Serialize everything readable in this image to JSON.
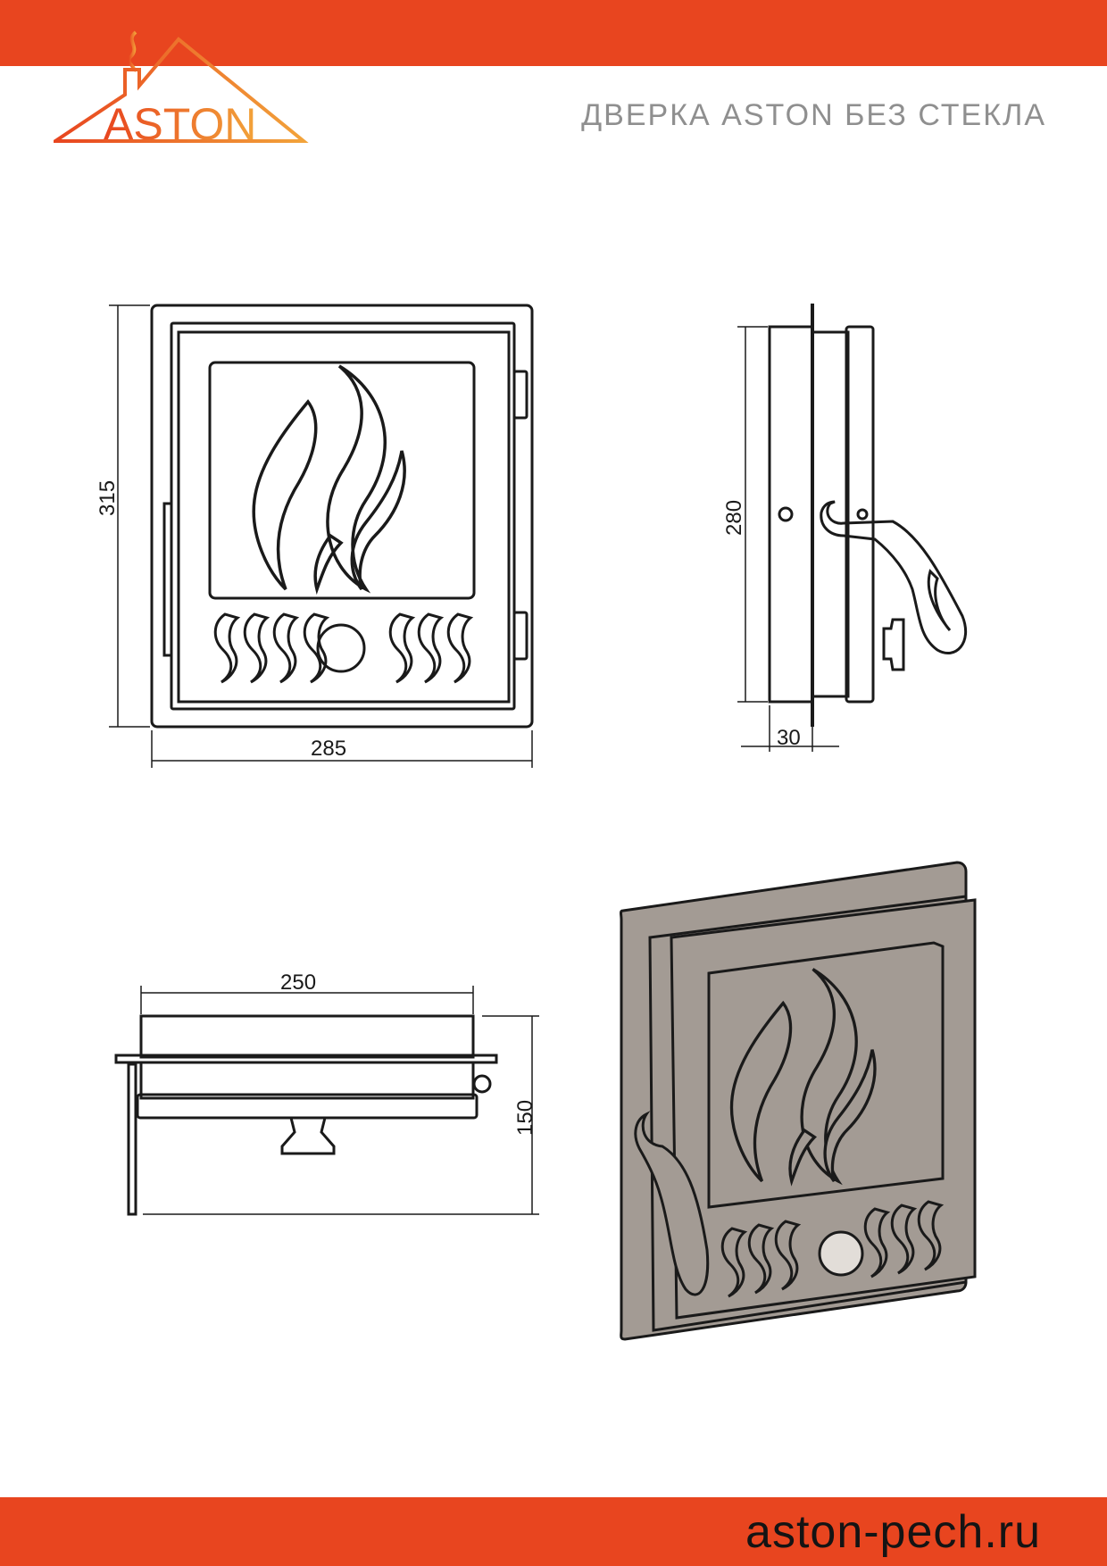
{
  "brand": {
    "logo_text": "ASTON",
    "accent_color": "#e8451f",
    "logo_gradient": [
      "#e8451f",
      "#f2a33a"
    ]
  },
  "header": {
    "title": "ДВЕРКА ASTON БЕЗ СТЕКЛА"
  },
  "footer": {
    "website": "aston-pech.ru"
  },
  "dimensions": {
    "front_height": "315",
    "front_width": "285",
    "side_height": "280",
    "side_depth": "30",
    "top_width": "250",
    "top_depth": "150"
  },
  "colors": {
    "line": "#1a1a1a",
    "render_body": "#a39b94",
    "render_knob": "#e2ddd8"
  }
}
